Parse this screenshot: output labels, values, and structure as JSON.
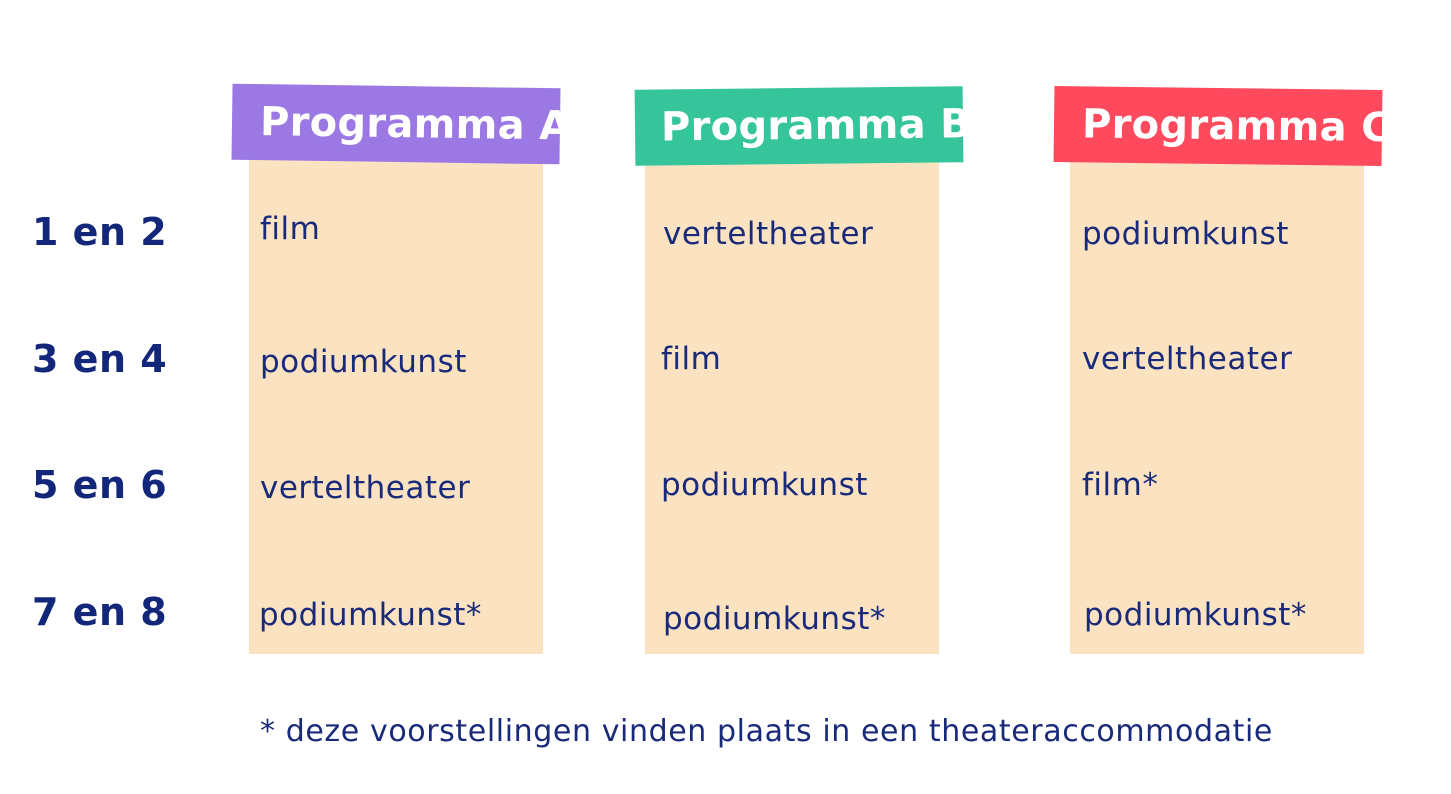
{
  "programs": [
    {
      "title": "Programma A",
      "color": "#9b78e3",
      "items": [
        "film",
        "podiumkunst",
        "verteltheater",
        "podiumkunst*"
      ]
    },
    {
      "title": "Programma B",
      "color": "#36c49a",
      "items": [
        "verteltheater",
        "film",
        "podiumkunst",
        "podiumkunst*"
      ]
    },
    {
      "title": "Programma C",
      "color": "#ff4a5e",
      "items": [
        "podiumkunst",
        "verteltheater",
        "film*",
        "podiumkunst*"
      ]
    }
  ],
  "rows": [
    "1 en 2",
    "3 en 4",
    "5 en 6",
    "7 en 8"
  ],
  "footnote": "* deze voorstellingen vinden plaats in een theateraccommodatie",
  "column_bg_color": "#fbe2c1"
}
